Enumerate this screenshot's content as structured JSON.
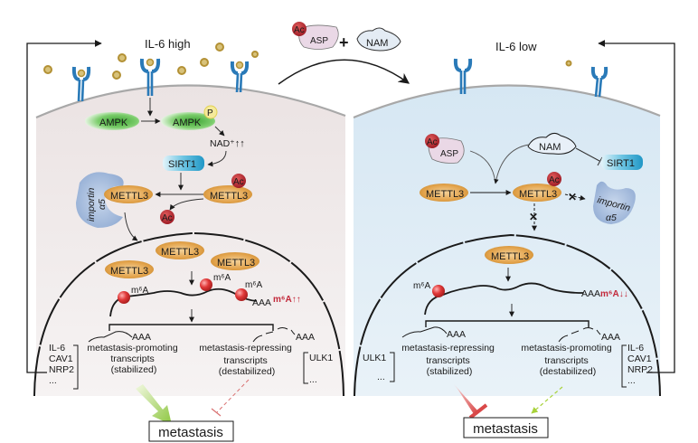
{
  "left_panel": {
    "condition_label": "IL-6 high",
    "ampk_inactive": "AMPK",
    "ampk_active": "AMPK",
    "phospho_label": "P",
    "nad_label": "NAD⁺",
    "nad_arrows": "↑↑",
    "sirt1": "SIRT1",
    "mettl3_deacetylated": "METTL3",
    "mettl3_acetylated": "METTL3",
    "ac_label": "Ac",
    "ac_released": "Ac",
    "importin_line1": "importin",
    "importin_line2": "α5",
    "nuclear_mettl3": [
      "METTL3",
      "METTL3",
      "METTL3"
    ],
    "m6a_marks": [
      "m⁶A",
      "m⁶A",
      "m⁶A"
    ],
    "polyA": "AAA",
    "m6a_level": "m⁶A↑↑",
    "promoting_polyA": "AAA",
    "repressing_polyA": "AAA",
    "promoting_text": [
      "metastasis-promoting",
      "transcripts",
      "(stabilized)"
    ],
    "repressing_text": [
      "metastasis-repressing",
      "transcripts",
      "(destabilized)"
    ],
    "promoting_genes": [
      "IL-6",
      "CAV1",
      "NRP2",
      "..."
    ],
    "repressing_genes": [
      "ULK1",
      "..."
    ],
    "outcome": "metastasis"
  },
  "middle": {
    "drug1": "ASP",
    "drug1_ac": "Ac",
    "plus": "+",
    "drug2": "NAM"
  },
  "right_panel": {
    "condition_label": "IL-6 low",
    "asp_label": "ASP",
    "asp_ac": "Ac",
    "nam_label": "NAM",
    "sirt1": "SIRT1",
    "mettl3_before": "METTL3",
    "mettl3_acetylated": "METTL3",
    "mettl3_ac": "Ac",
    "importin_line1": "importin",
    "importin_line2": "α5",
    "nuclear_mettl3": "METTL3",
    "m6a_mark": "m⁶A",
    "polyA": "AAA",
    "m6a_level": "m⁶A↓↓",
    "repressing_polyA": "AAA",
    "promoting_polyA": "AAA",
    "repressing_text": [
      "metastasis-repressing",
      "transcripts",
      "(stabilized)"
    ],
    "promoting_text": [
      "metastasis-promoting",
      "transcripts",
      "(destabilized)"
    ],
    "repressing_genes": [
      "ULK1",
      "..."
    ],
    "promoting_genes": [
      "IL-6",
      "CAV1",
      "NRP2",
      "..."
    ],
    "outcome": "metastasis"
  },
  "colors": {
    "left_cell": "#efe9e9",
    "right_cell": "#dcebf5",
    "membrane": "#a8a8a8",
    "receptor": "#2a7ab8",
    "ligand": "#c9a94a",
    "ampk_green": "#4cae3a",
    "sirt1_blue": "#2aa0cc",
    "mettl3_orange": "#dc9a3a",
    "ac_red": "#b8212e",
    "importin": "#9db5d8",
    "m6a_red": "#d93030",
    "m6a_text": "#c2283a",
    "promote_arrow": "#9acd32",
    "inhibit_red": "#d94848"
  }
}
